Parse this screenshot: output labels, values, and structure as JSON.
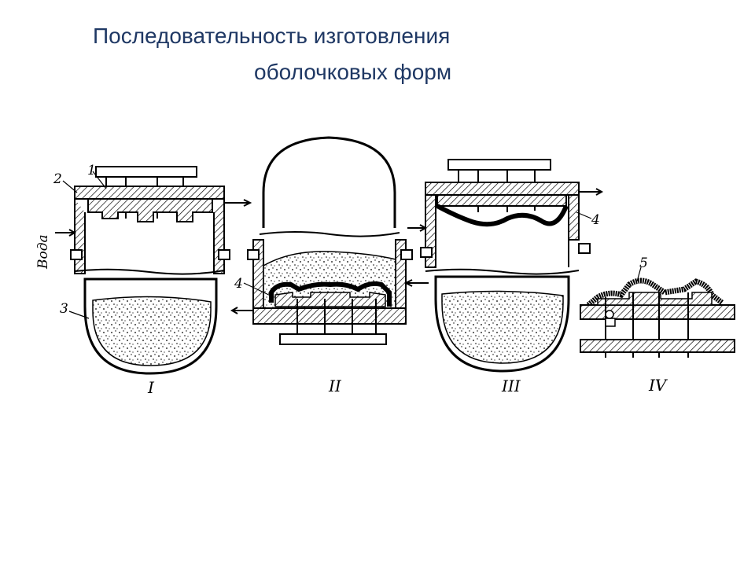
{
  "slide": {
    "title_line1": "Последовательность изготовления",
    "title_line2": "оболочковых форм"
  },
  "figure": {
    "callouts": [
      "1",
      "2",
      "3",
      "4",
      "4",
      "5"
    ],
    "water_label": "Вода",
    "stage_labels": [
      "I",
      "II",
      "III",
      "IV"
    ]
  }
}
